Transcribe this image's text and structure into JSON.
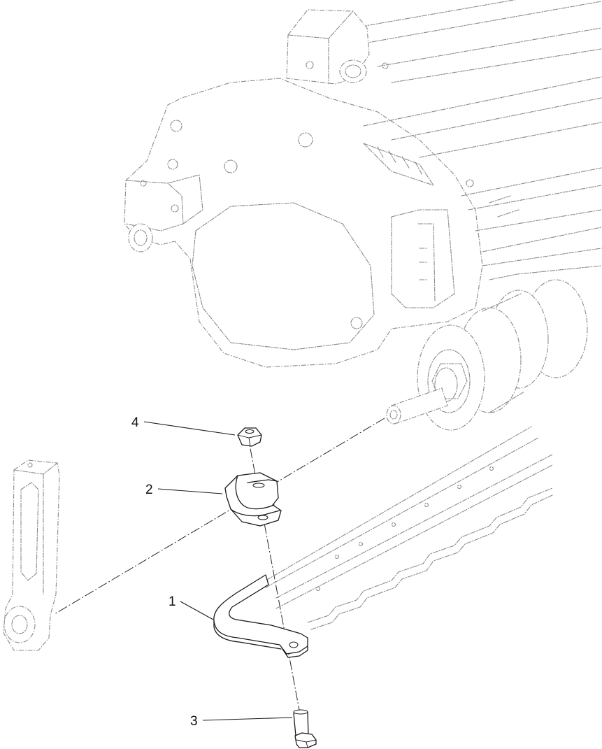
{
  "callouts": [
    {
      "id": "1",
      "label": "1"
    },
    {
      "id": "2",
      "label": "2"
    },
    {
      "id": "3",
      "label": "3"
    },
    {
      "id": "4",
      "label": "4"
    }
  ],
  "colors": {
    "ink": "#1a1a1a",
    "phantom": "#8a8a8a",
    "background": "#ffffff"
  }
}
